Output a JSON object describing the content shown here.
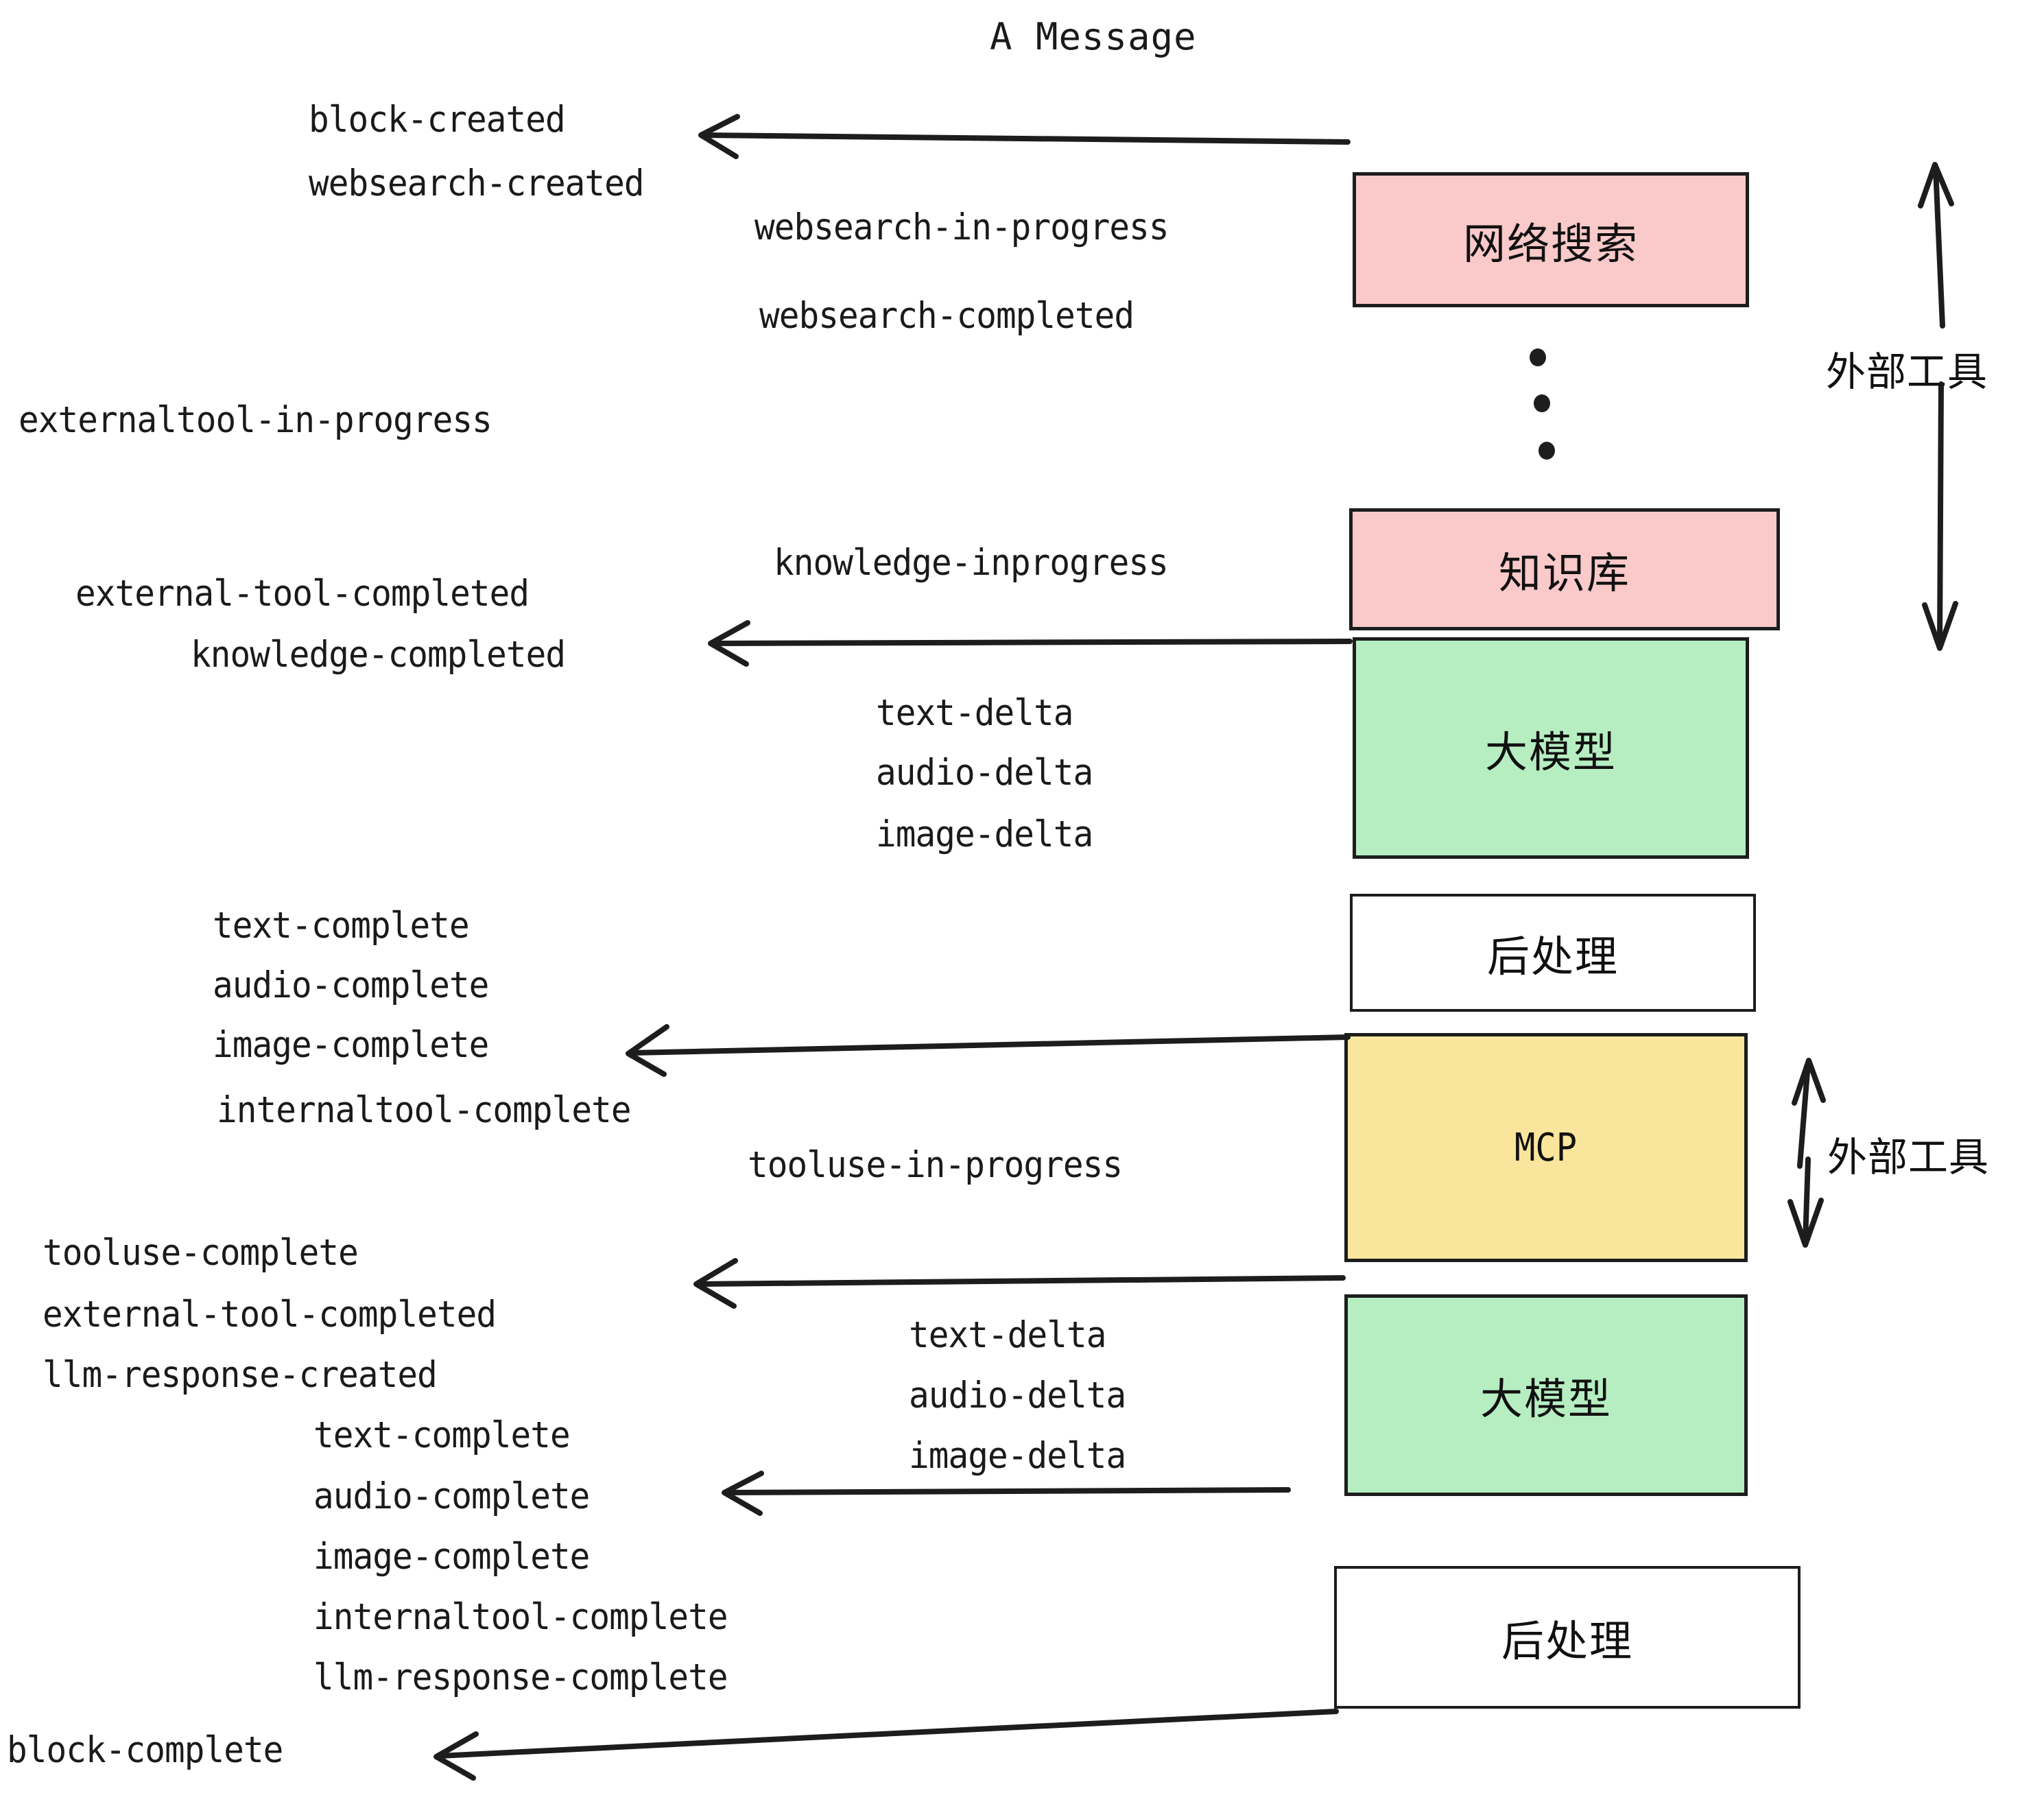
{
  "title": "A Message",
  "colors": {
    "pink": "#fac9c9",
    "green": "#b6eec1",
    "yellow": "#fae59c",
    "white": "#ffffff",
    "stroke": "#1d1d1d",
    "text": "#1a1a1a"
  },
  "boxes": [
    {
      "id": "websearch",
      "label": "网络搜索",
      "fill": "pink"
    },
    {
      "id": "knowledge-base",
      "label": "知识库",
      "fill": "pink"
    },
    {
      "id": "llm-1",
      "label": "大模型",
      "fill": "green"
    },
    {
      "id": "postprocess-1",
      "label": "后处理",
      "fill": "white"
    },
    {
      "id": "mcp",
      "label": "MCP",
      "fill": "yellow"
    },
    {
      "id": "llm-2",
      "label": "大模型",
      "fill": "green"
    },
    {
      "id": "postprocess-2",
      "label": "后处理",
      "fill": "white"
    }
  ],
  "side_labels": [
    {
      "id": "external-tools-top",
      "label": "外部工具"
    },
    {
      "id": "external-tools-bottom",
      "label": "外部工具"
    }
  ],
  "events": [
    {
      "id": "block-created",
      "label": "block-created"
    },
    {
      "id": "websearch-created",
      "label": "websearch-created"
    },
    {
      "id": "websearch-in-progress",
      "label": "websearch-in-progress"
    },
    {
      "id": "websearch-completed",
      "label": "websearch-completed"
    },
    {
      "id": "externaltool-in-progress",
      "label": "externaltool-in-progress"
    },
    {
      "id": "knowledge-inprogress",
      "label": "knowledge-inprogress"
    },
    {
      "id": "external-tool-completed-1",
      "label": "external-tool-completed"
    },
    {
      "id": "knowledge-completed",
      "label": "knowledge-completed"
    },
    {
      "id": "text-delta-1",
      "label": "text-delta"
    },
    {
      "id": "audio-delta-1",
      "label": "audio-delta"
    },
    {
      "id": "image-delta-1",
      "label": "image-delta"
    },
    {
      "id": "text-complete-1",
      "label": "text-complete"
    },
    {
      "id": "audio-complete-1",
      "label": "audio-complete"
    },
    {
      "id": "image-complete-1",
      "label": "image-complete"
    },
    {
      "id": "internaltool-complete-1",
      "label": "internaltool-complete"
    },
    {
      "id": "tooluse-in-progress",
      "label": "tooluse-in-progress"
    },
    {
      "id": "tooluse-complete",
      "label": "tooluse-complete"
    },
    {
      "id": "external-tool-completed-2",
      "label": "external-tool-completed"
    },
    {
      "id": "llm-response-created",
      "label": "llm-response-created"
    },
    {
      "id": "text-delta-2",
      "label": "text-delta"
    },
    {
      "id": "audio-delta-2",
      "label": "audio-delta"
    },
    {
      "id": "image-delta-2",
      "label": "image-delta"
    },
    {
      "id": "text-complete-2",
      "label": "text-complete"
    },
    {
      "id": "audio-complete-2",
      "label": "audio-complete"
    },
    {
      "id": "image-complete-2",
      "label": "image-complete"
    },
    {
      "id": "internaltool-complete-2",
      "label": "internaltool-complete"
    },
    {
      "id": "llm-response-complete",
      "label": "llm-response-complete"
    },
    {
      "id": "block-complete",
      "label": "block-complete"
    }
  ]
}
